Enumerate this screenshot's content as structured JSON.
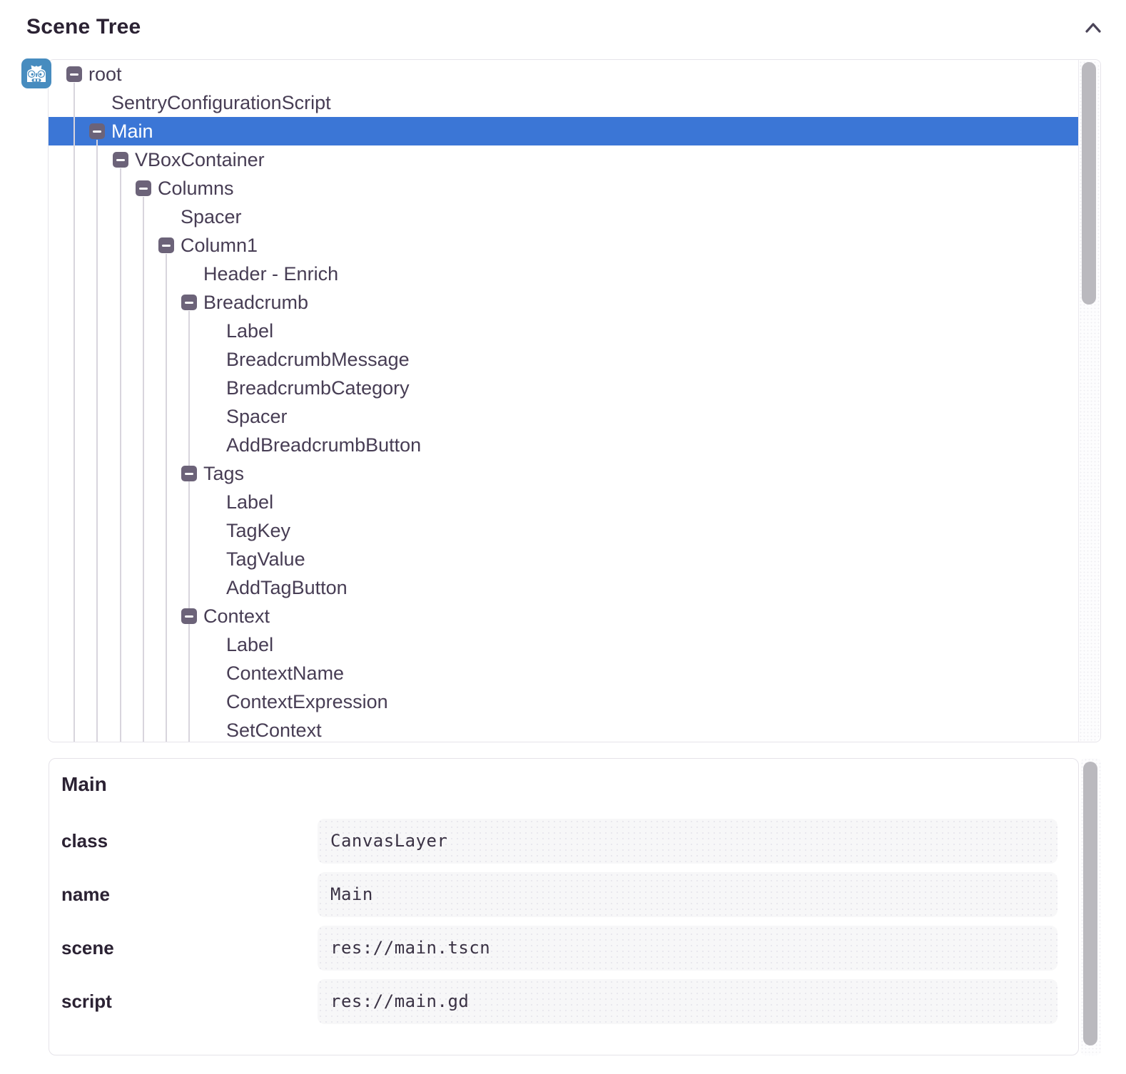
{
  "header": {
    "title": "Scene Tree"
  },
  "icons": {
    "app_icon": "godot-engine-logo",
    "collapse_icon": "chevron-up",
    "toggle_icon": "minus"
  },
  "colors": {
    "selection_blue": "#3b76d6",
    "godot_blue": "#478cbf",
    "toggle_gray": "#6c6379",
    "text_dark": "#2b2233",
    "tree_text": "#473d54"
  },
  "tree": {
    "selected_label": "Main",
    "nodes": [
      {
        "label": "root",
        "level": 0,
        "expandable": true,
        "selected": false
      },
      {
        "label": "SentryConfigurationScript",
        "level": 1,
        "expandable": false,
        "selected": false
      },
      {
        "label": "Main",
        "level": 1,
        "expandable": true,
        "selected": true
      },
      {
        "label": "VBoxContainer",
        "level": 2,
        "expandable": true,
        "selected": false
      },
      {
        "label": "Columns",
        "level": 3,
        "expandable": true,
        "selected": false
      },
      {
        "label": "Spacer",
        "level": 4,
        "expandable": false,
        "selected": false
      },
      {
        "label": "Column1",
        "level": 4,
        "expandable": true,
        "selected": false
      },
      {
        "label": "Header - Enrich",
        "level": 5,
        "expandable": false,
        "selected": false
      },
      {
        "label": "Breadcrumb",
        "level": 5,
        "expandable": true,
        "selected": false
      },
      {
        "label": "Label",
        "level": 6,
        "expandable": false,
        "selected": false
      },
      {
        "label": "BreadcrumbMessage",
        "level": 6,
        "expandable": false,
        "selected": false
      },
      {
        "label": "BreadcrumbCategory",
        "level": 6,
        "expandable": false,
        "selected": false
      },
      {
        "label": "Spacer",
        "level": 6,
        "expandable": false,
        "selected": false
      },
      {
        "label": "AddBreadcrumbButton",
        "level": 6,
        "expandable": false,
        "selected": false
      },
      {
        "label": "Tags",
        "level": 5,
        "expandable": true,
        "selected": false
      },
      {
        "label": "Label",
        "level": 6,
        "expandable": false,
        "selected": false
      },
      {
        "label": "TagKey",
        "level": 6,
        "expandable": false,
        "selected": false
      },
      {
        "label": "TagValue",
        "level": 6,
        "expandable": false,
        "selected": false
      },
      {
        "label": "AddTagButton",
        "level": 6,
        "expandable": false,
        "selected": false
      },
      {
        "label": "Context",
        "level": 5,
        "expandable": true,
        "selected": false
      },
      {
        "label": "Label",
        "level": 6,
        "expandable": false,
        "selected": false
      },
      {
        "label": "ContextName",
        "level": 6,
        "expandable": false,
        "selected": false
      },
      {
        "label": "ContextExpression",
        "level": 6,
        "expandable": false,
        "selected": false
      },
      {
        "label": "SetContext",
        "level": 6,
        "expandable": false,
        "selected": false
      }
    ]
  },
  "details": {
    "title": "Main",
    "rows": [
      {
        "label": "class",
        "value": "CanvasLayer"
      },
      {
        "label": "name",
        "value": "Main"
      },
      {
        "label": "scene",
        "value": "res://main.tscn"
      },
      {
        "label": "script",
        "value": "res://main.gd"
      }
    ]
  }
}
